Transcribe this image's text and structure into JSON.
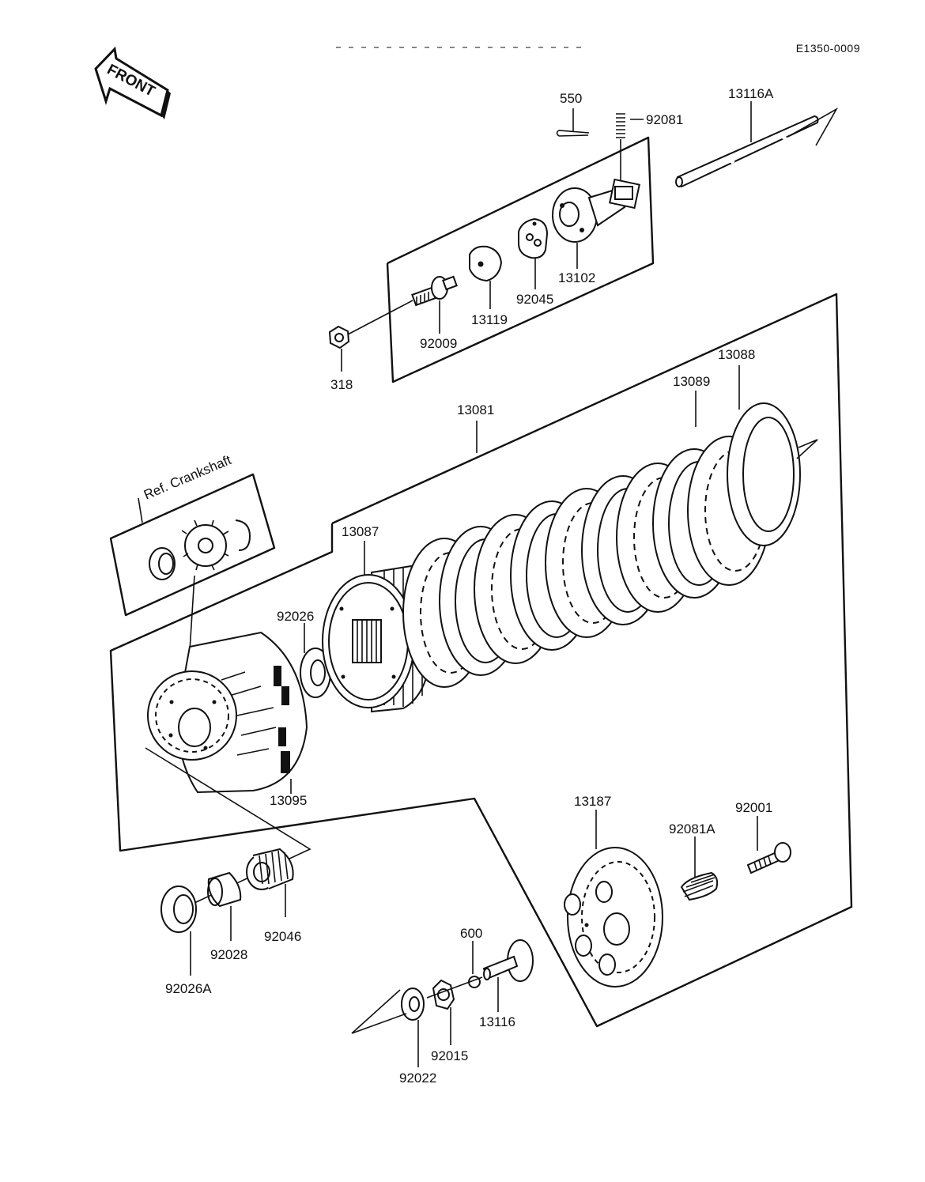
{
  "doc_code": "E1350-0009",
  "front_label": "FRONT",
  "ref_label": "Ref. Crankshaft",
  "parts": {
    "p550": "550",
    "p92081": "92081",
    "p13116A": "13116A",
    "p13102": "13102",
    "p92045": "92045",
    "p13119": "13119",
    "p92009": "92009",
    "p318": "318",
    "p13088": "13088",
    "p13089": "13089",
    "p13081": "13081",
    "p13087": "13087",
    "p92026": "92026",
    "p13095": "13095",
    "p13187": "13187",
    "p92001": "92001",
    "p92081A": "92081A",
    "p600": "600",
    "p13116": "13116",
    "p92015": "92015",
    "p92022": "92022",
    "p92046": "92046",
    "p92028": "92028",
    "p92026A": "92026A"
  }
}
